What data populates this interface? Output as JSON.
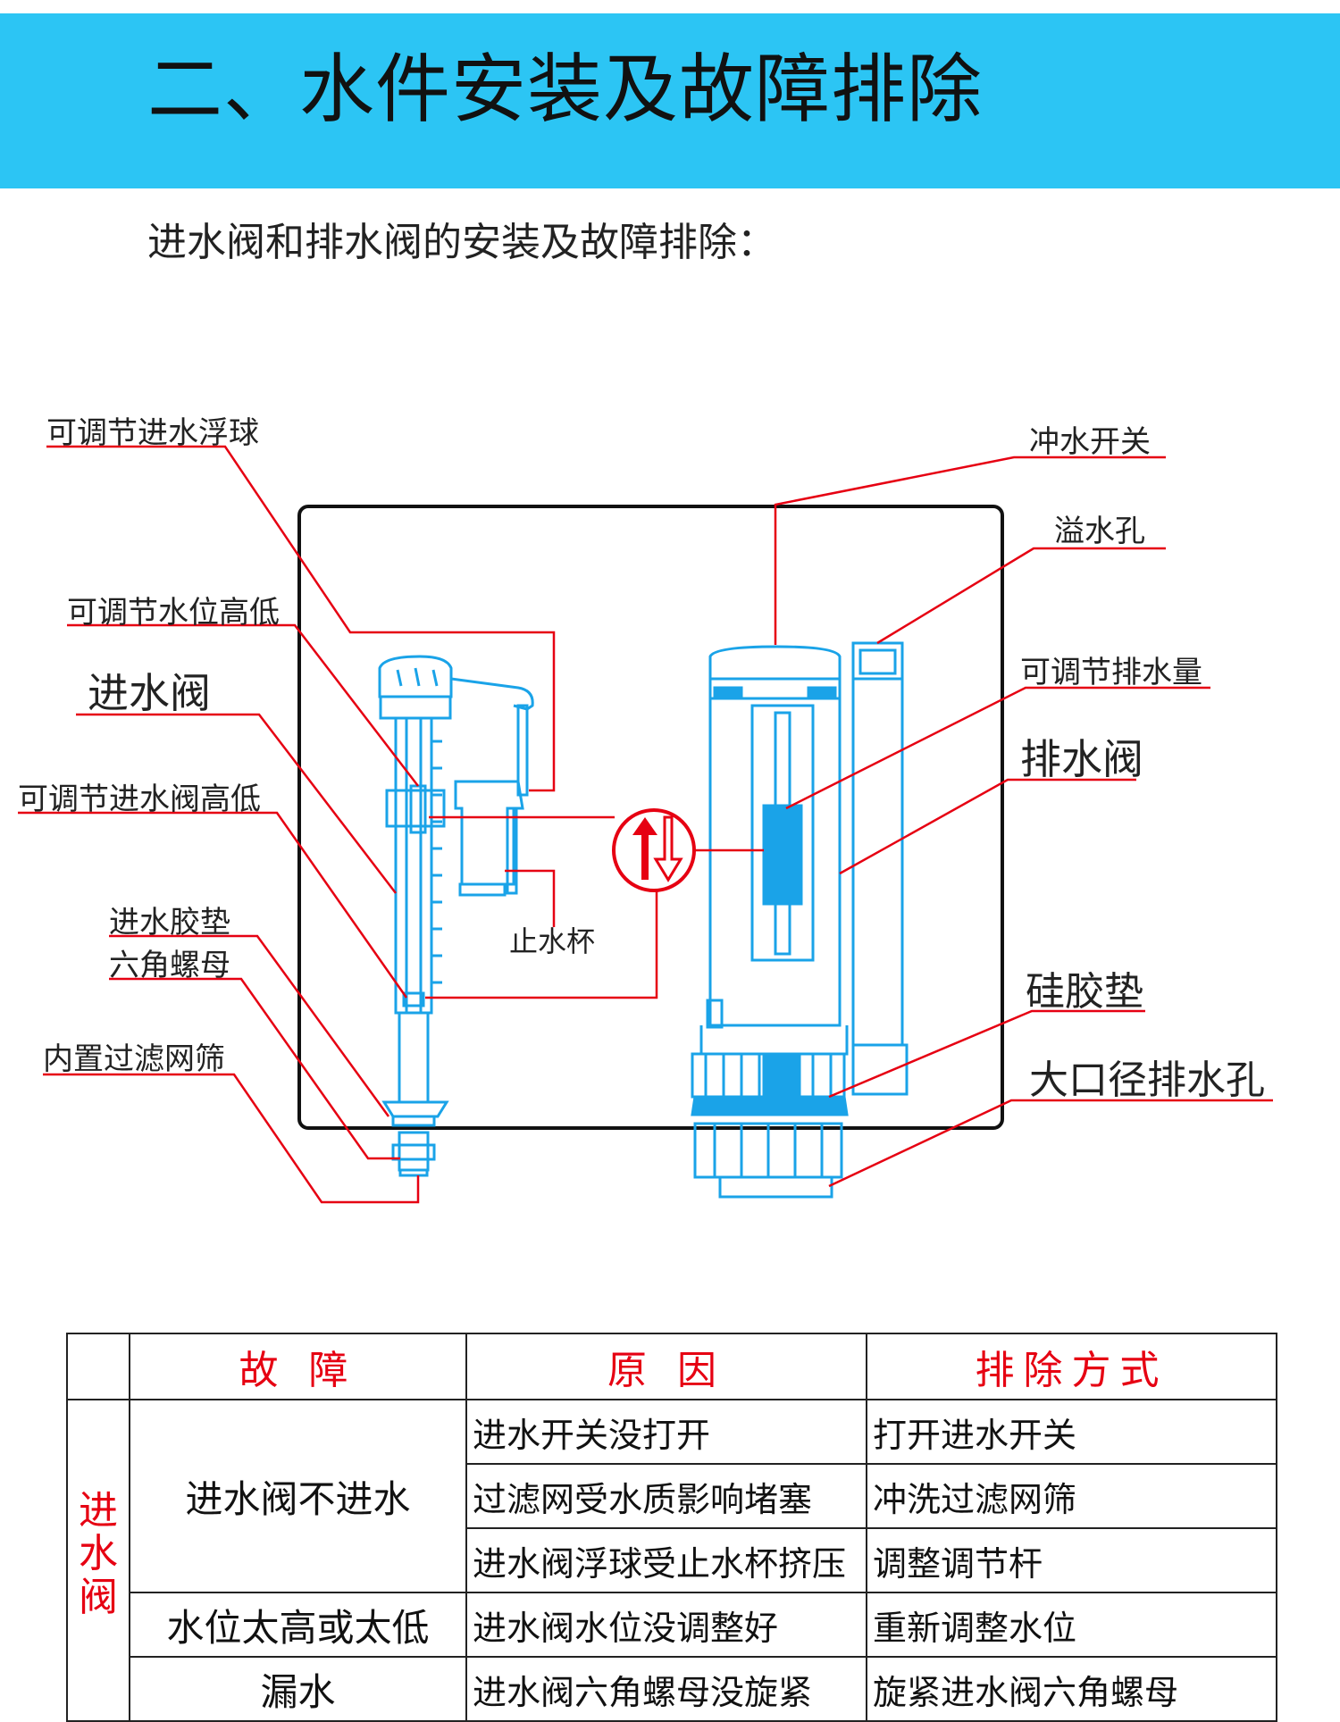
{
  "header": {
    "title": "二、水件安装及故障排除",
    "subtitle": "进水阀和排水阀的安装及故障排除："
  },
  "diagram": {
    "labels": {
      "float": "可调节进水浮球",
      "water_level": "可调节水位高低",
      "inlet_valve": "进水阀",
      "inlet_height": "可调节进水阀高低",
      "inlet_gasket": "进水胶垫",
      "hex_nut": "六角螺母",
      "filter": "内置过滤网筛",
      "stop_cup": "止水杯",
      "flush_switch": "冲水开关",
      "overflow": "溢水孔",
      "flush_volume": "可调节排水量",
      "drain_valve": "排水阀",
      "silicone_gasket": "硅胶垫",
      "drain_hole": "大口径排水孔"
    },
    "colors": {
      "outline": "#1aa3e8",
      "leader": "#e60012",
      "fill": "#1aa3e8"
    }
  },
  "table": {
    "headers": [
      "故 障",
      "原 因",
      "排除方式"
    ],
    "category": "进水阀",
    "rows": [
      {
        "fault": "进水阀不进水",
        "reason": "进水开关没打开",
        "fix": "打开进水开关"
      },
      {
        "fault": "",
        "reason": "过滤网受水质影响堵塞",
        "fix": "冲洗过滤网筛"
      },
      {
        "fault": "",
        "reason": "进水阀浮球受止水杯挤压",
        "fix": "调整调节杆"
      },
      {
        "fault": "水位太高或太低",
        "reason": "进水阀水位没调整好",
        "fix": "重新调整水位"
      },
      {
        "fault": "漏水",
        "reason": "进水阀六角螺母没旋紧",
        "fix": "旋紧进水阀六角螺母"
      }
    ]
  }
}
